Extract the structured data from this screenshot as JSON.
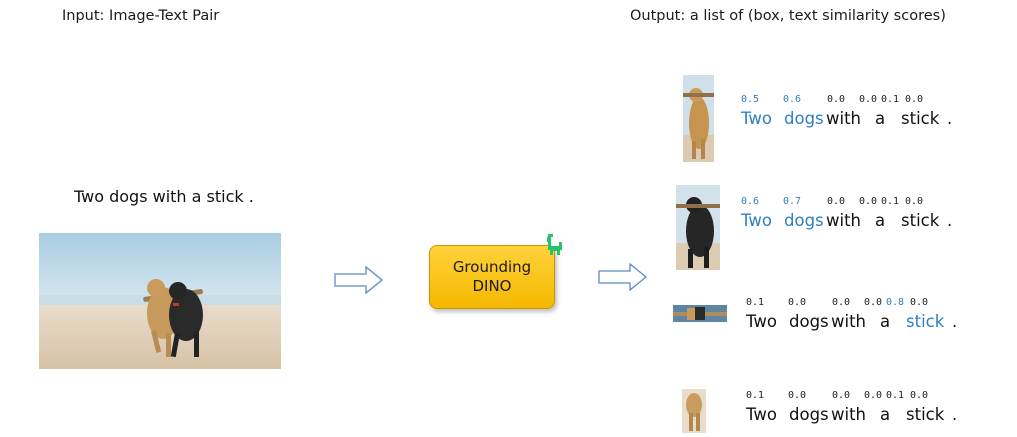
{
  "header": {
    "input_label": "Input: Image-Text Pair",
    "output_label": "Output: a list of (box, text similarity scores)"
  },
  "input": {
    "caption": "Two dogs with a stick ."
  },
  "model": {
    "line1": "Grounding",
    "line2": "DINO",
    "badge_icon": "dinosaur-icon"
  },
  "colors": {
    "highlight": "#2f7fc0",
    "model_fill": "#f5b800",
    "arrow": "#5a8ac6",
    "dino_badge": "#27c36a"
  },
  "tokens": [
    "Two",
    "dogs",
    "with",
    "a",
    "stick",
    "."
  ],
  "outputs": [
    {
      "scores": [
        "0.5",
        "0.6",
        "0.0",
        "0.0",
        "0.1",
        "0.0"
      ],
      "highlight": [
        0,
        1
      ]
    },
    {
      "scores": [
        "0.6",
        "0.7",
        "0.0",
        "0.0",
        "0.1",
        "0.0"
      ],
      "highlight": [
        0,
        1
      ]
    },
    {
      "scores": [
        "0.1",
        "0.0",
        "0.0",
        "0.0",
        "0.8",
        "0.0"
      ],
      "highlight": [
        4
      ]
    },
    {
      "scores": [
        "0.1",
        "0.0",
        "0.0",
        "0.0",
        "0.1",
        "0.0"
      ],
      "highlight": []
    }
  ]
}
